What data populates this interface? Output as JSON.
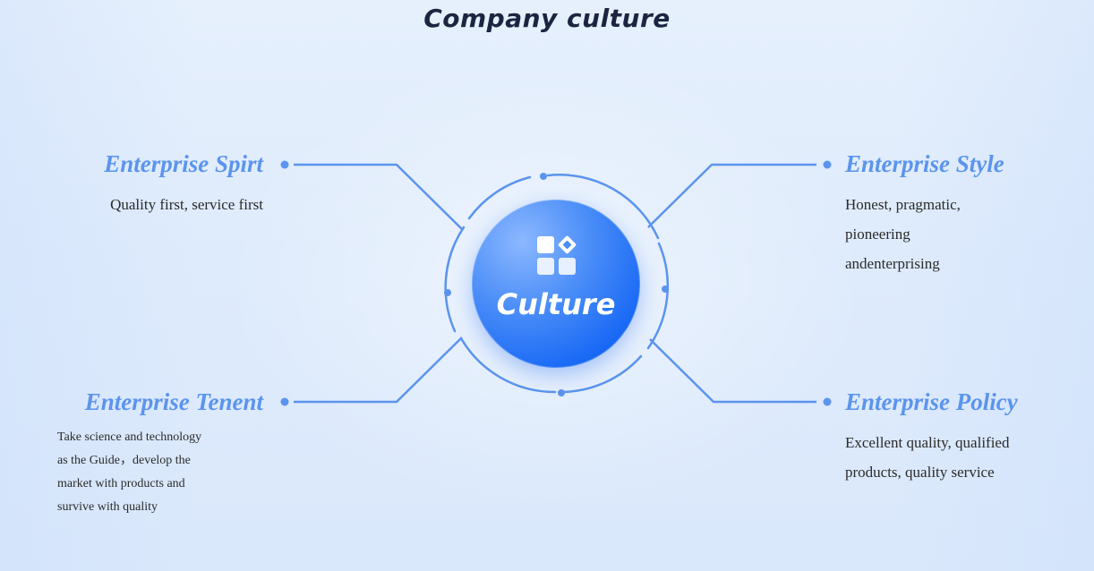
{
  "page": {
    "title": "Company culture"
  },
  "center": {
    "label": "Culture",
    "icon": "apps-grid-icon"
  },
  "nodes": {
    "spirit": {
      "title": "Enterprise Spirt",
      "lines": [
        "Quality first, service first"
      ]
    },
    "style": {
      "title": "Enterprise Style",
      "lines": [
        "Honest, pragmatic,",
        "pioneering",
        "andenterprising"
      ]
    },
    "tenent": {
      "title": "Enterprise Tenent",
      "lines": [
        "Take science and technology",
        "as the Guide，develop the",
        "market with products and",
        "survive with quality"
      ]
    },
    "policy": {
      "title": "Enterprise Policy",
      "lines": [
        "Excellent quality, qualified",
        "products, quality service"
      ]
    }
  },
  "colors": {
    "accent": "#5b94ee",
    "connector": "#5b94ee",
    "center_gradient_start": "#8cb8ff",
    "center_gradient_end": "#0a5cf0",
    "title_text": "#1c2540",
    "body_text": "#2a2a2a"
  }
}
